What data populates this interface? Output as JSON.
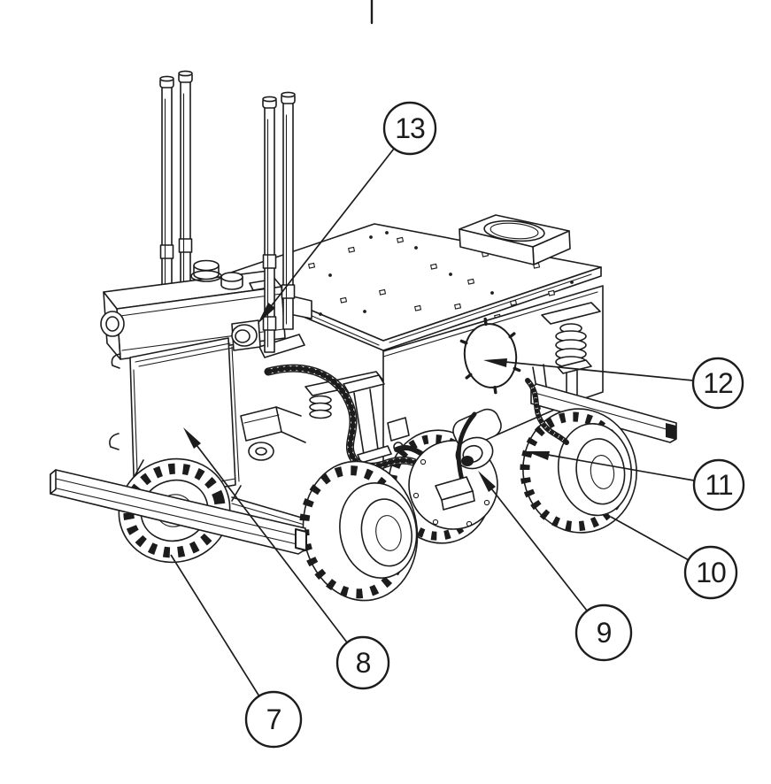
{
  "figure": {
    "background": "#ffffff",
    "stroke_color": "#1c1c1c",
    "callouts": [
      {
        "label": "7"
      },
      {
        "label": "8"
      },
      {
        "label": "9"
      },
      {
        "label": "10"
      },
      {
        "label": "11"
      },
      {
        "label": "12"
      },
      {
        "label": "13"
      }
    ]
  }
}
